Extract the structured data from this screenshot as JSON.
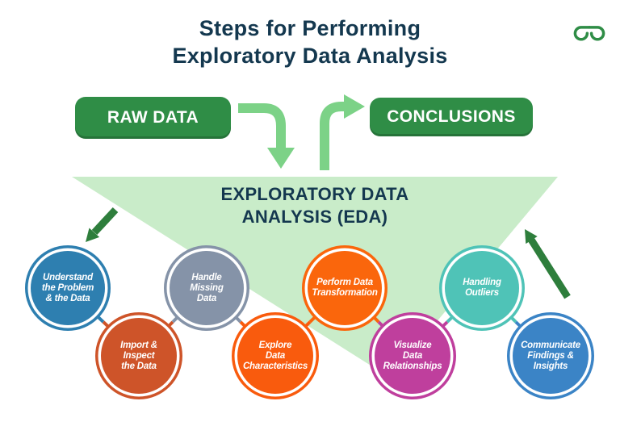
{
  "title": {
    "line1": "Steps for Performing",
    "line2": "Exploratory Data Analysis"
  },
  "logo": {
    "name": "geeksforgeeks-logo"
  },
  "flow": {
    "raw_data_label": "RAW DATA",
    "conclusions_label": "CONCLUSIONS",
    "funnel_label_line1": "EXPLORATORY DATA",
    "funnel_label_line2": "ANALYSIS (EDA)"
  },
  "steps": [
    {
      "id": "understand-problem",
      "lines": [
        "Understand",
        "the Problem",
        "& the Data"
      ],
      "color": "#2E7FB0"
    },
    {
      "id": "import-inspect",
      "lines": [
        "Import &",
        "Inspect",
        "the Data"
      ],
      "color": "#CE5429"
    },
    {
      "id": "handle-missing",
      "lines": [
        "Handle",
        "Missing",
        "Data"
      ],
      "color": "#8593A8"
    },
    {
      "id": "explore-characteristics",
      "lines": [
        "Explore",
        "Data",
        "Characteristics"
      ],
      "color": "#F95B0D"
    },
    {
      "id": "perform-transformation",
      "lines": [
        "Perform Data",
        "Transformation"
      ],
      "color": "#FA660C"
    },
    {
      "id": "visualize-relationships",
      "lines": [
        "Visualize",
        "Data",
        "Relationships"
      ],
      "color": "#BF3F9D"
    },
    {
      "id": "handling-outliers",
      "lines": [
        "Handling",
        "Outliers"
      ],
      "color": "#4FC3B7"
    },
    {
      "id": "communicate-findings",
      "lines": [
        "Communicate",
        "Findings &",
        "Insights"
      ],
      "color": "#3B84C6"
    }
  ],
  "colors": {
    "navy": "#14384F",
    "green": "#2F8D46",
    "light_green": "#7CD287",
    "funnel_green": "#C9ECC9",
    "dark_green": "#2E7E3C",
    "background": "#FFFFFF"
  }
}
